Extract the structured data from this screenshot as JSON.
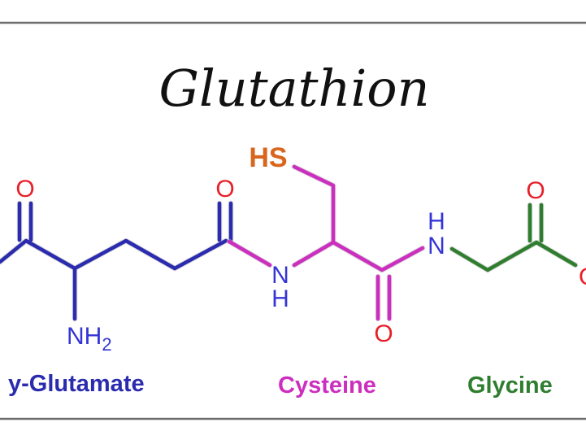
{
  "title": "Glutathion",
  "atoms": {
    "o_glu_left": "O",
    "o_glu_amide": "O",
    "nh2": "NH",
    "nh2_sub": "2",
    "hs": "HS",
    "n_cys": "N",
    "h_cys": "H",
    "o_cys": "O",
    "h_gly": "H",
    "n_gly": "N",
    "o_gly_top": "O",
    "o_gly_right": "O"
  },
  "residues": {
    "glutamate": "y-Glutamate",
    "cysteine": "Cysteine",
    "glycine": "Glycine"
  },
  "colors": {
    "glutamate": "#2b2bb0",
    "cysteine": "#cc2fbf",
    "glycine": "#2f7d2f",
    "oxygen": "#e8202a",
    "nitrogen": "#3535d6",
    "sulfur": "#d9661c",
    "title": "#111111",
    "frame": "#6e6e6e"
  }
}
